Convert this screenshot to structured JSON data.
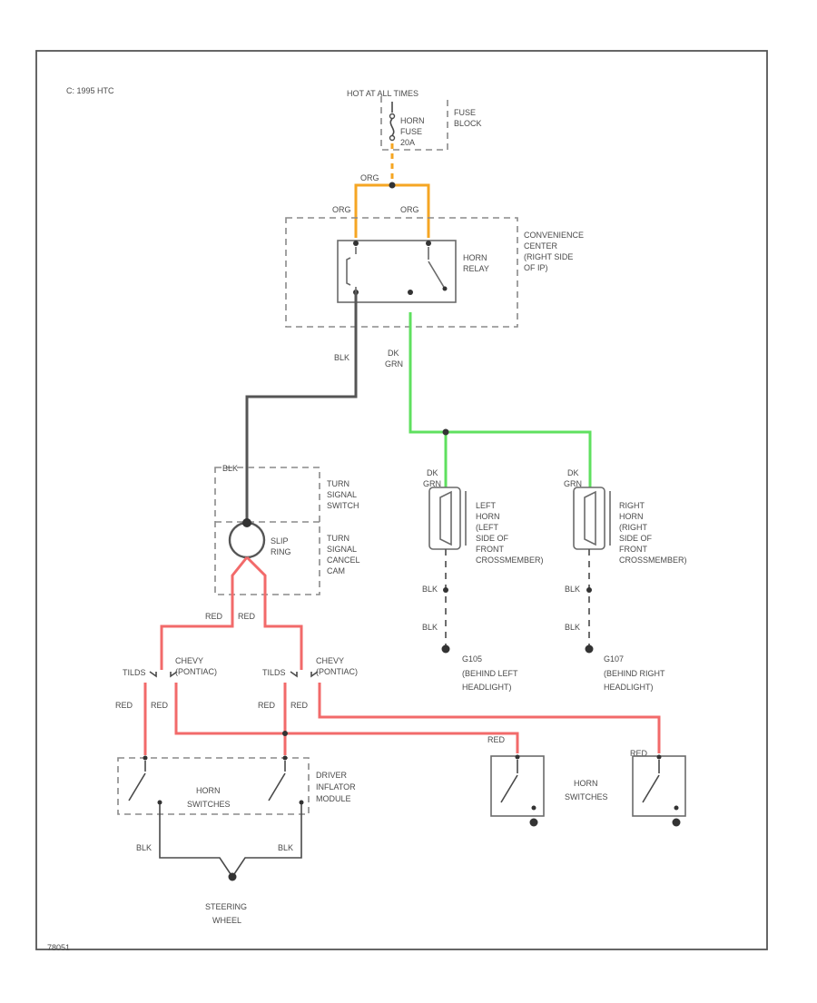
{
  "diagram": {
    "header_text": "C: 1995 HTC",
    "footer_code": "78051",
    "wire_colors": {
      "BLK": "#555555",
      "DK GRN": "#5fe05f",
      "RED": "#f26a6a",
      "ORG": "#f5a623"
    },
    "labels": {
      "hot_label": "HOT AT ALL TIMES",
      "fuse_horn": "HORN",
      "fuse_fuse": "FUSE",
      "fuse_amp": "20A",
      "fuse_block_1": "FUSE",
      "fuse_block_2": "BLOCK",
      "org_top": "ORG",
      "org_left": "ORG",
      "org_right": "ORG",
      "conv_1": "CONVENIENCE",
      "conv_2": "CENTER",
      "conv_3": "(RIGHT SIDE",
      "conv_4": "OF IP)",
      "relay_1": "HORN",
      "relay_2": "RELAY",
      "blk_relay": "BLK",
      "dkgrn_1": "DK",
      "dkgrn_2": "GRN",
      "turn_blk": "BLK",
      "turn_1": "TURN",
      "turn_2": "SIGNAL",
      "turn_3": "SWITCH",
      "slip_1": "SLIP",
      "slip_2": "RING",
      "cancel_1": "TURN",
      "cancel_2": "SIGNAL",
      "cancel_3": "CANCEL",
      "cancel_4": "CAM",
      "lhorn_dk": "DK",
      "lhorn_grn": "GRN",
      "lhorn_1": "LEFT",
      "lhorn_2": "HORN",
      "lhorn_3": "(LEFT",
      "lhorn_4": "SIDE OF",
      "lhorn_5": "FRONT",
      "lhorn_6": "CROSSMEMBER)",
      "rhorn_dk": "DK",
      "rhorn_grn": "GRN",
      "rhorn_1": "RIGHT",
      "rhorn_2": "HORN",
      "rhorn_3": "(RIGHT",
      "rhorn_4": "SIDE OF",
      "rhorn_5": "FRONT",
      "rhorn_6": "CROSSMEMBER)",
      "lblk_1": "BLK",
      "lblk_2": "BLK",
      "rblk_1": "BLK",
      "rblk_2": "BLK",
      "gl_1": "G105",
      "gl_2": "(BEHIND LEFT",
      "gl_3": "HEADLIGHT)",
      "gr_1": "G107",
      "gr_2": "(BEHIND RIGHT",
      "gr_3": "HEADLIGHT)",
      "red_a": "RED",
      "red_b": "RED",
      "tilt_l": "TILDS",
      "chev_l1": "CHEVY",
      "chev_l2": "(PONTIAC)",
      "tilt_r": "TILDS",
      "chev_r1": "CHEVY",
      "chev_r2": "(PONTIAC)",
      "red_c": "RED",
      "red_d": "RED",
      "red_e": "RED",
      "red_f": "RED",
      "red_g": "RED",
      "red_h": "RED",
      "horn_sw_1": "HORN",
      "horn_sw_2": "SWITCHES",
      "driver_1": "DRIVER",
      "driver_2": "INFLATOR",
      "driver_3": "MODULE",
      "blk_sw_l": "BLK",
      "blk_sw_r": "BLK",
      "steer_1": "STEERING",
      "steer_2": "WHEEL",
      "hsw_r1": "HORN",
      "hsw_r2": "SWITCHES"
    }
  }
}
